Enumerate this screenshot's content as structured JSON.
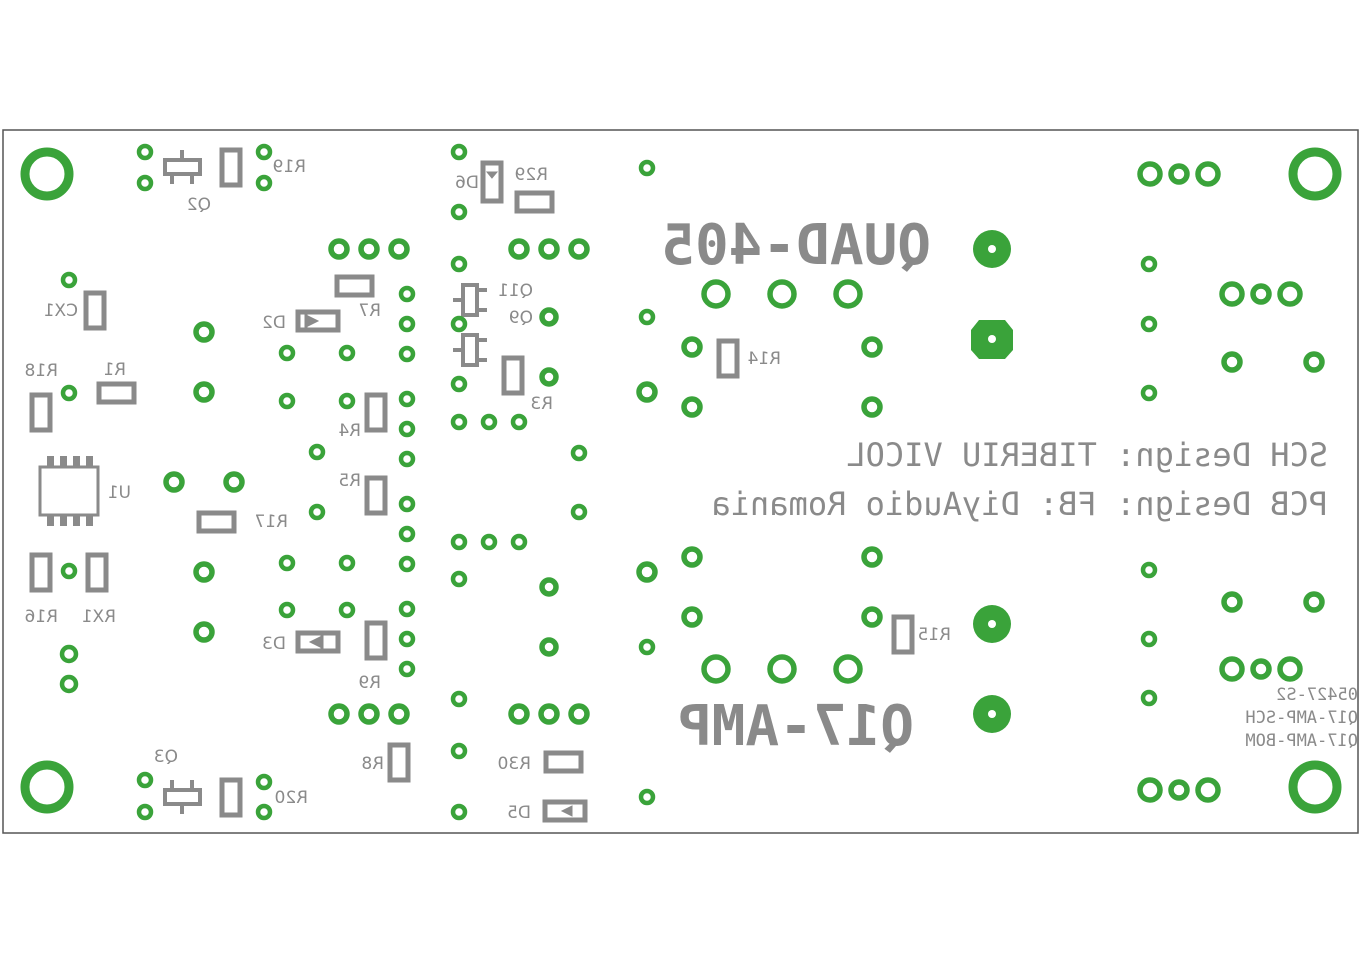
{
  "colors": {
    "copper": "#3aa33a",
    "silk": "#8a8a8a",
    "outline": "#555555",
    "background": "#ffffff"
  },
  "title": {
    "main": "QUAD-405",
    "sub": "Q17-AMP"
  },
  "credits": {
    "sch": "SCH Design: TIBERIU VICOL",
    "pcb": "PCB Design: FB: DiyAudio Romania"
  },
  "revision": {
    "line1": "05427-S2",
    "line2": "Q17-AMP-SCH",
    "line3": "Q17-AMP-BOM"
  },
  "refdes": {
    "q2": "Q2",
    "r19": "R19",
    "q3": "Q3",
    "r20": "R20",
    "cx1": "CX1",
    "r18": "R18",
    "r1": "R1",
    "u1": "U1",
    "r16": "R16",
    "rx1": "RX1",
    "d2": "D2",
    "r7": "R7",
    "r4": "R4",
    "r5": "R5",
    "r17": "R17",
    "d3": "D3",
    "r9": "R9",
    "r8": "R8",
    "d6": "D6",
    "r29": "R29",
    "q11": "Q11",
    "q9": "Q9",
    "r3": "R3",
    "r30": "R30",
    "d5": "D5",
    "r14": "R14",
    "r15": "R15"
  }
}
